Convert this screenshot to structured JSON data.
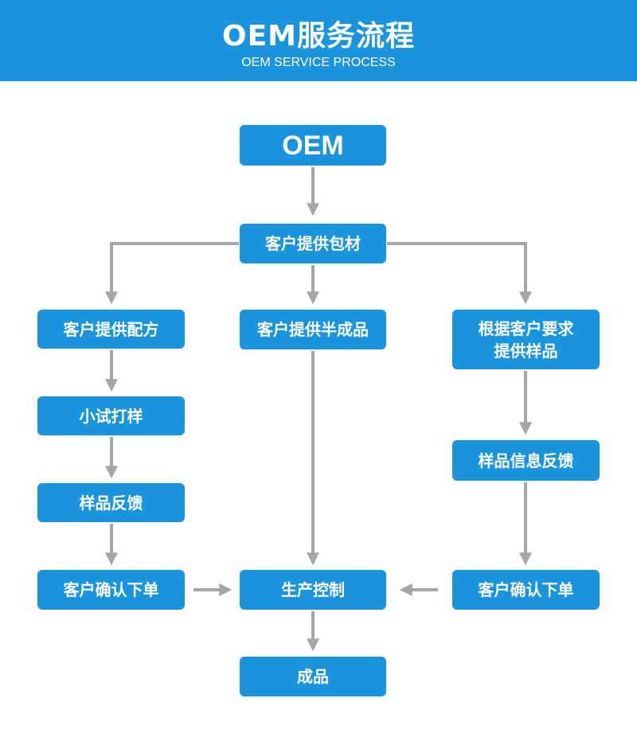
{
  "header": {
    "title": "OEM服务流程",
    "subtitle": "OEM SERVICE PROCESS"
  },
  "colors": {
    "header_bg": "#1a95dd",
    "box_bg": "#1a95dd",
    "box_text": "#ffffff",
    "connector": "#a6a6a6"
  },
  "nodes": {
    "oem": "OEM",
    "provide_packaging": "客户提供包材",
    "provide_formula": "客户提供配方",
    "provide_semi": "客户提供半成品",
    "provide_sample": "根据客户要求\n提供样品",
    "trial_sample": "小试打样",
    "sample_feedback_left": "样品反馈",
    "sample_info_feedback": "样品信息反馈",
    "confirm_left": "客户确认下单",
    "confirm_right": "客户确认下单",
    "production_control": "生产控制",
    "finished_product": "成品"
  }
}
